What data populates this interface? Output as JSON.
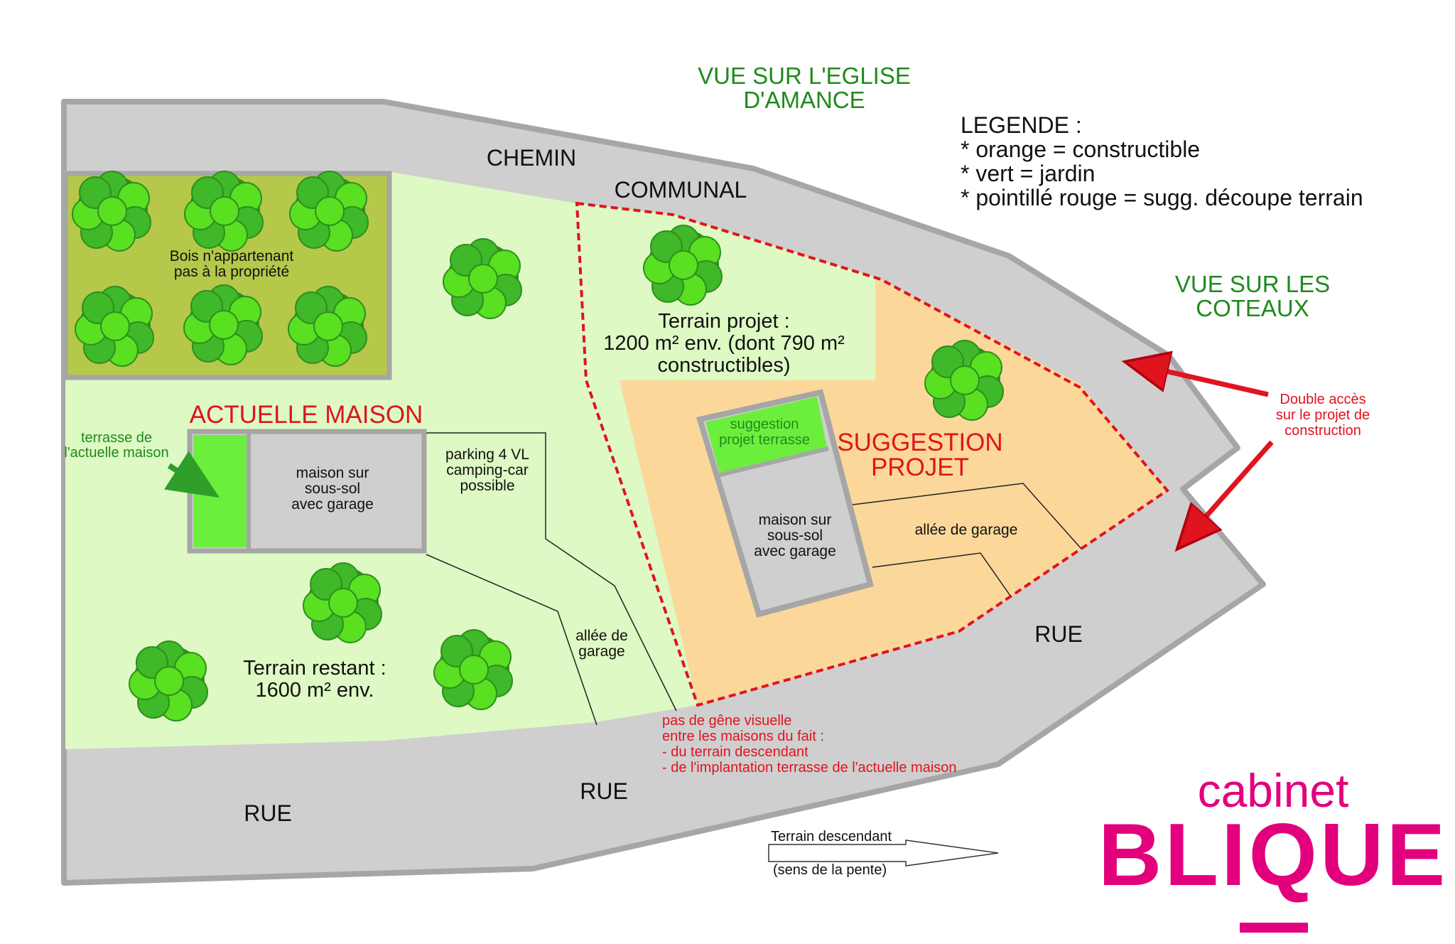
{
  "labels": {
    "view_church": [
      "VUE SUR L'EGLISE",
      "D'AMANCE"
    ],
    "view_hills": [
      "VUE SUR LES",
      "COTEAUX"
    ],
    "chemin": "CHEMIN",
    "communal": "COMMUNAL",
    "rue_right": "RUE",
    "rue_center": "RUE",
    "rue_left": "RUE",
    "woods": [
      "Bois n'appartenant",
      "pas à la propriété"
    ],
    "current_house_title": "ACTUELLE MAISON",
    "terrace_current": [
      "terrasse de",
      "l'actuelle maison"
    ],
    "house_current": [
      "maison sur",
      "sous-sol",
      "avec garage"
    ],
    "parking": [
      "parking 4 VL",
      "camping-car",
      "possible"
    ],
    "driveway_left": [
      "allée de",
      "garage"
    ],
    "remaining_land": [
      "Terrain restant :",
      "1600 m² env."
    ],
    "project_land": [
      "Terrain projet :",
      "1200 m² env. (dont 790 m²",
      "constructibles)"
    ],
    "suggestion_title": [
      "SUGGESTION",
      "PROJET"
    ],
    "terrace_suggestion": [
      "suggestion",
      "projet terrasse"
    ],
    "house_project": [
      "maison sur",
      "sous-sol",
      "avec garage"
    ],
    "driveway_right": "allée de garage",
    "double_access": [
      "Double accès",
      "sur le projet de",
      "construction"
    ],
    "visual_note": [
      "pas de gêne visuelle",
      "entre les maisons du fait :",
      "- du terrain descendant",
      "- de l'implantation terrasse de l'actuelle maison"
    ],
    "slope_top": "Terrain descendant",
    "slope_bottom": "(sens de la pente)"
  },
  "legend": [
    "LEGENDE :",
    "* orange = constructible",
    "* vert = jardin",
    "* pointillé rouge = sugg. découpe terrain"
  ],
  "logo": {
    "line1": "cabinet",
    "line2": "BLIQUE"
  },
  "colors": {
    "road": "#cfcfcf",
    "road_border": "#a6a6a6",
    "garden": "#def9c4",
    "woods": "#b5c84a",
    "constructible": "#fbd89a",
    "terrace": "#6cef3c",
    "house": "#cfcfcf",
    "cut_line": "#e0141e",
    "brand": "#e3007d",
    "tree_dark": "#2f8e1e",
    "tree_light": "#58e021"
  },
  "trees": [
    {
      "zone": "woods"
    },
    {
      "zone": "woods"
    },
    {
      "zone": "woods"
    },
    {
      "zone": "woods"
    },
    {
      "zone": "woods"
    },
    {
      "zone": "woods"
    },
    {
      "zone": "garden"
    },
    {
      "zone": "project"
    },
    {
      "zone": "constructible"
    },
    {
      "zone": "garden"
    },
    {
      "zone": "garden"
    },
    {
      "zone": "garden"
    }
  ]
}
